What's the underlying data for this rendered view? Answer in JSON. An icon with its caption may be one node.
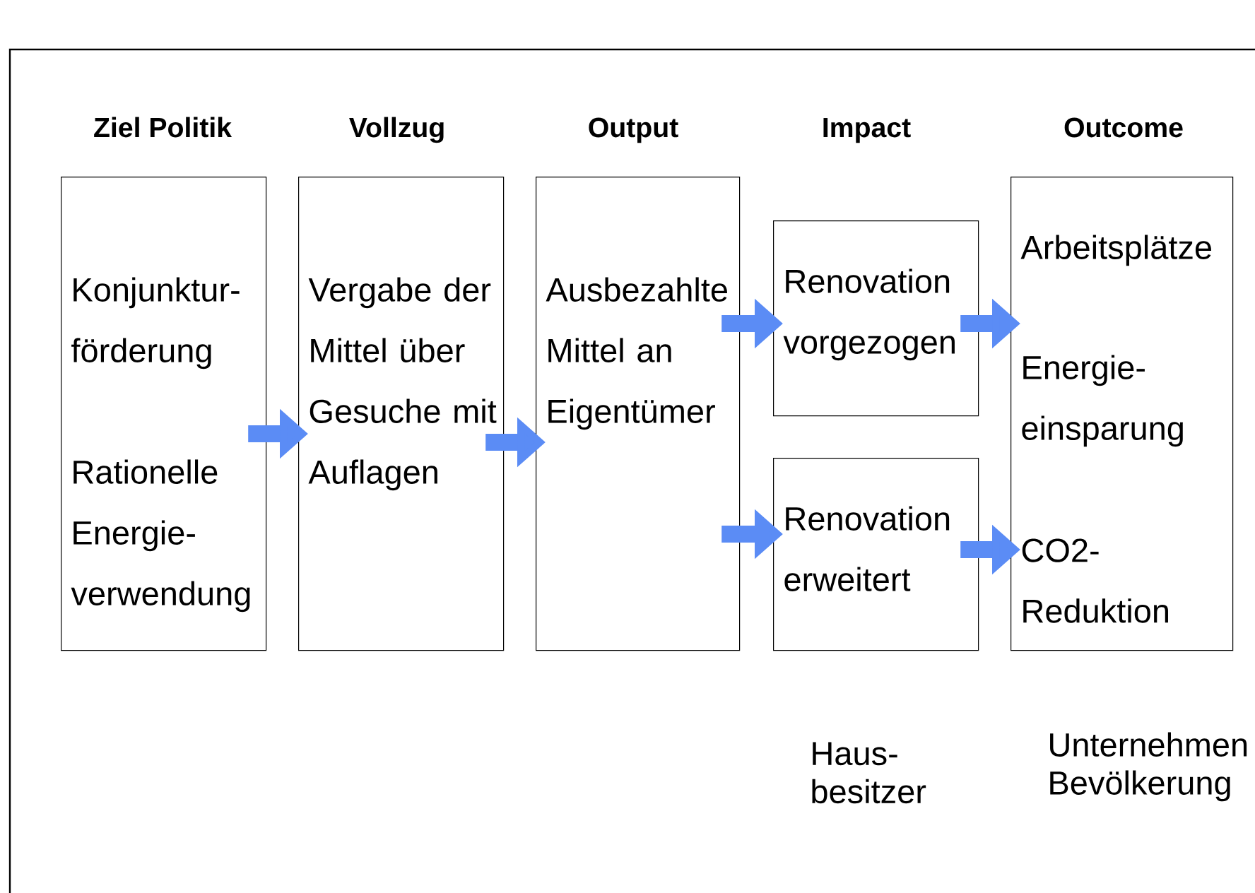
{
  "diagram": {
    "nodes": [
      {
        "text": [
          "Konjunktur- förderung",
          "Rationelle Energie- verwendung"
        ]
      },
      {
        "text": [
          "Vergabe der Mittel über Gesuche mit Auflagen"
        ]
      },
      {
        "text": [
          "Ausbezahlte Mittel an Eigentümer"
        ]
      },
      {
        "text": [
          "Renovation vorgezogen"
        ]
      },
      {
        "text": [
          "Renovation erweitert"
        ]
      },
      {
        "text": [
          "Arbeitsplätze",
          "Energie- einsparung",
          "CO2- Reduktion"
        ]
      }
    ],
    "edges": [
      {
        "from": 0,
        "to": 1,
        "arrow": "to"
      },
      {
        "from": 1,
        "to": 2,
        "arrow": "to"
      },
      {
        "from": 2,
        "to": 3,
        "arrow": "to"
      },
      {
        "from": 2,
        "to": 4,
        "arrow": "to"
      },
      {
        "from": 3,
        "to": 5,
        "arrow": "to"
      },
      {
        "from": 4,
        "to": 5,
        "arrow": "to"
      }
    ],
    "labels": [
      "Ziel Politik",
      "Vollzug",
      "Output",
      "Impact",
      "Outcome",
      "Haus- besitzer",
      "Unternehmen Bevölkerung"
    ]
  }
}
